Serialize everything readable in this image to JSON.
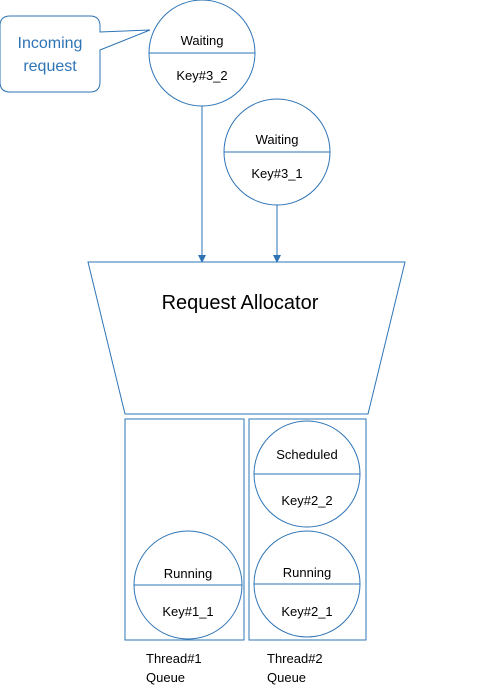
{
  "callout": {
    "line1": "Incoming",
    "line2": "request"
  },
  "nodes": {
    "incoming": {
      "status": "Waiting",
      "key": "Key#3_2"
    },
    "waiting": {
      "status": "Waiting",
      "key": "Key#3_1"
    },
    "t2_scheduled": {
      "status": "Scheduled",
      "key": "Key#2_2"
    },
    "t2_running": {
      "status": "Running",
      "key": "Key#2_1"
    },
    "t1_running": {
      "status": "Running",
      "key": "Key#1_1"
    }
  },
  "allocator": {
    "label": "Request Allocator"
  },
  "queues": [
    {
      "line1": "Thread#1",
      "line2": "Queue"
    },
    {
      "line1": "Thread#2",
      "line2": "Queue"
    }
  ],
  "colors": {
    "stroke": "#2e74b5",
    "text": "#000000",
    "callout_text": "#2e74b5"
  }
}
